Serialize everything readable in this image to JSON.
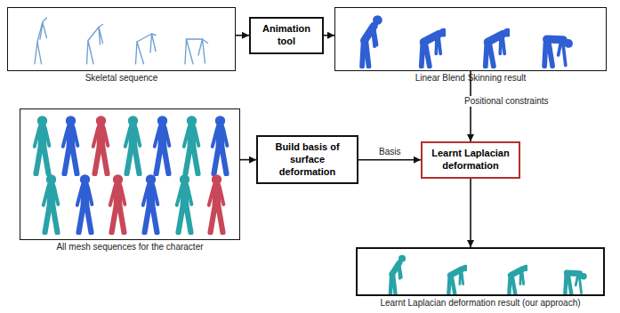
{
  "diagram": {
    "nodes": [
      {
        "text": [
          "Skeletal sequence"
        ]
      },
      {
        "text": [
          "Animation tool"
        ]
      },
      {
        "text": [
          "Linear Blend Skinning result"
        ]
      },
      {
        "text": [
          "All mesh sequences for the character"
        ]
      },
      {
        "text": [
          "Build basis of surface deformation"
        ]
      },
      {
        "text": [
          "Learnt Laplacian deformation"
        ]
      },
      {
        "text": [
          "Learnt Laplacian deformation result (our approach)"
        ]
      }
    ],
    "edges": [
      {
        "from": 0,
        "to": 1,
        "arrow": "to"
      },
      {
        "from": 1,
        "to": 2,
        "arrow": "to"
      },
      {
        "from": 2,
        "to": 5,
        "label": "Positional constraints",
        "arrow": "to"
      },
      {
        "from": 3,
        "to": 4,
        "arrow": "to"
      },
      {
        "from": 4,
        "to": 5,
        "label": "Basis",
        "arrow": "to"
      },
      {
        "from": 5,
        "to": 6,
        "arrow": "to"
      }
    ]
  }
}
